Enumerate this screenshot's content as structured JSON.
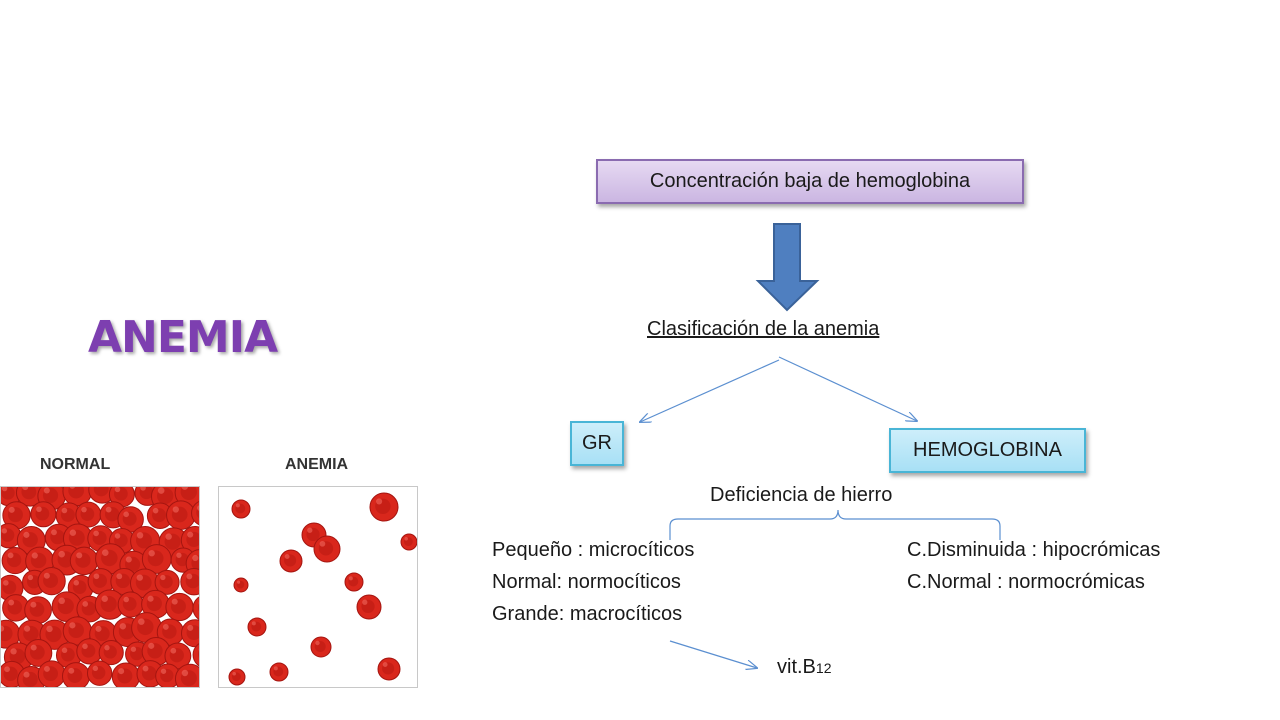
{
  "title": "ANEMIA",
  "images": {
    "normal_label": "NORMAL",
    "anemia_label": "ANEMIA"
  },
  "diagram": {
    "top_box": "Concentración  baja de hemoglobina",
    "classification": "Clasificación  de la anemia ",
    "branch_left": "GR",
    "branch_right": "HEMOGLOBINA",
    "deficiency": "Deficiencia  de hierro",
    "size_list": [
      "Pequeño  : microcíticos",
      "Normal:  normocíticos",
      "Grande:  macrocíticos"
    ],
    "color_list": [
      "C.Disminuida  : hipocrómicas",
      "C.Normal  : normocrómicas"
    ],
    "vitamin_prefix": "vit.B",
    "vitamin_sub": "12"
  },
  "colors": {
    "title": "#7d3fb0",
    "top_box_fill": "#d6c6ea",
    "branch_box_fill": "#b8e6f7",
    "down_arrow": "#4f7fc0",
    "connector": "#5b8fd0",
    "blood_cell": "#d9271c"
  }
}
